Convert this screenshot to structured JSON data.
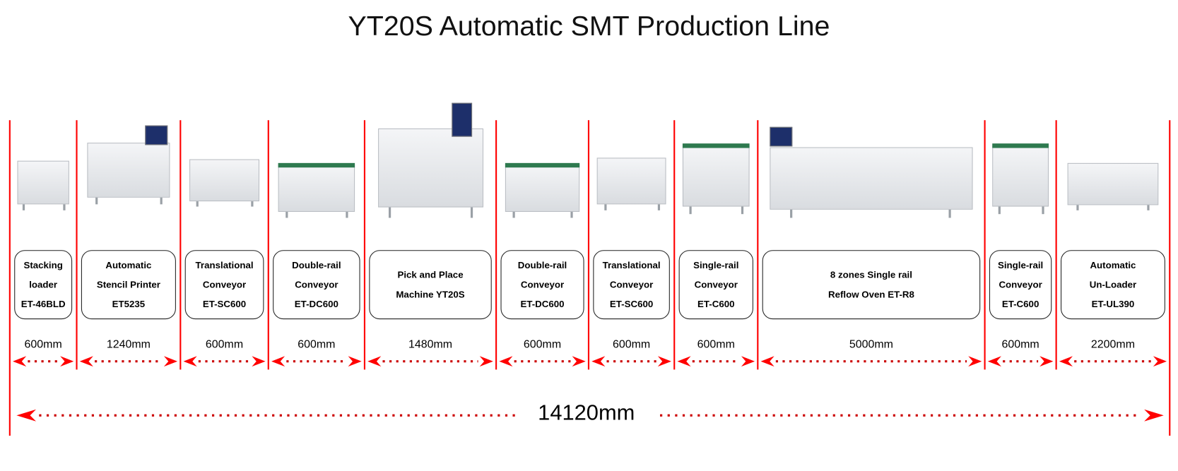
{
  "title": "YT20S Automatic SMT Production Line",
  "total_length": "14120mm",
  "colors": {
    "accent": "#ff0000"
  },
  "segments": [
    {
      "lines": [
        "Stacking",
        "loader",
        "ET-46BLD"
      ],
      "length": "600mm"
    },
    {
      "lines": [
        "Automatic",
        "Stencil Printer",
        "ET5235"
      ],
      "length": "1240mm"
    },
    {
      "lines": [
        "Translational",
        "Conveyor",
        "ET-SC600"
      ],
      "length": "600mm"
    },
    {
      "lines": [
        "Double-rail",
        "Conveyor",
        "ET-DC600"
      ],
      "length": "600mm"
    },
    {
      "lines": [
        "Pick and Place",
        "Machine YT20S"
      ],
      "length": "1480mm"
    },
    {
      "lines": [
        "Double-rail",
        "Conveyor",
        "ET-DC600"
      ],
      "length": "600mm"
    },
    {
      "lines": [
        "Translational",
        "Conveyor",
        "ET-SC600"
      ],
      "length": "600mm"
    },
    {
      "lines": [
        "Single-rail",
        "Conveyor",
        "ET-C600"
      ],
      "length": "600mm"
    },
    {
      "lines": [
        "8 zones Single rail",
        "Reflow Oven ET-R8"
      ],
      "length": "5000mm"
    },
    {
      "lines": [
        "Single-rail",
        "Conveyor",
        "ET-C600"
      ],
      "length": "600mm"
    },
    {
      "lines": [
        "Automatic",
        "Un-Loader",
        "ET-UL390"
      ],
      "length": "2200mm"
    }
  ]
}
